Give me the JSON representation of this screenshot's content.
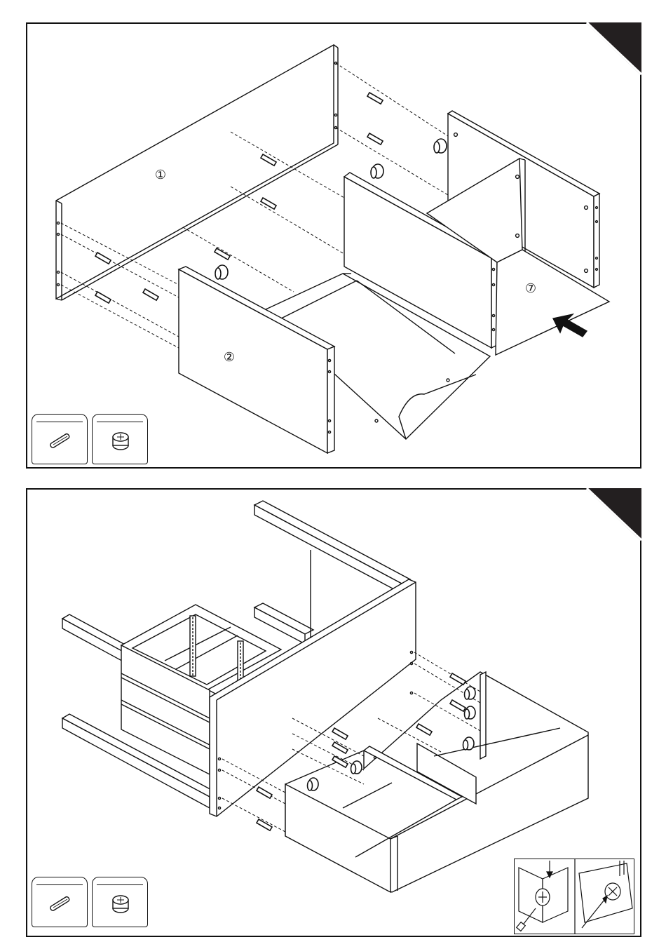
{
  "step1": {
    "part_labels": {
      "panel_top": "①",
      "panel_side": "②",
      "panel_back": "⑦"
    },
    "hardware": [
      {
        "icon": "dowel-icon"
      },
      {
        "icon": "cam-lock-icon"
      }
    ],
    "arrow": "insert-arrow-icon"
  },
  "step2": {
    "hardware": [
      {
        "icon": "dowel-icon"
      },
      {
        "icon": "cam-lock-icon"
      }
    ],
    "inset": "screwdriver-instruction-icon"
  },
  "colors": {
    "ink": "#111111",
    "corner": "#231f20",
    "paper": "#ffffff"
  }
}
